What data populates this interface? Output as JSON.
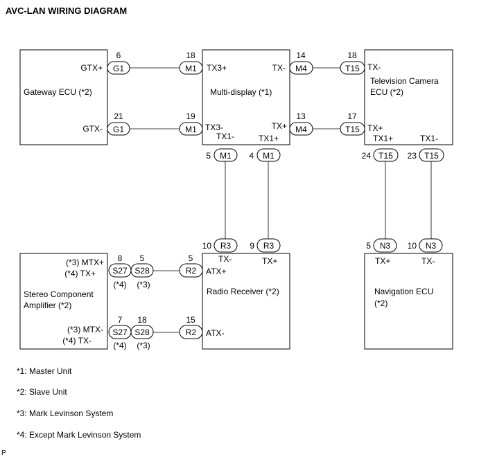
{
  "title": "AVC-LAN WIRING DIAGRAM",
  "components": {
    "gateway": "Gateway ECU (*2)",
    "multi": "Multi-display (*1)",
    "tvcam_line1": "Television Camera",
    "tvcam_line2": "ECU (*2)",
    "radio": "Radio Receiver (*2)",
    "navi_line1": "Navigation ECU",
    "navi_line2": "(*2)",
    "stereo_line1": "Stereo Component",
    "stereo_line2": "Amplifier (*2)"
  },
  "signals": {
    "gtx_plus": "GTX+",
    "gtx_minus": "GTX-",
    "tx3_plus": "TX3+",
    "tx3_minus": "TX3-",
    "multi_tx_minus": "TX-",
    "multi_tx_plus": "TX+",
    "multi_tx1_minus": "TX1-",
    "multi_tx1_plus": "TX1+",
    "tv_tx_minus": "TX-",
    "tv_tx_plus": "TX+",
    "tv_tx1_plus": "TX1+",
    "tv_tx1_minus": "TX1-",
    "radio_tx_minus": "TX-",
    "radio_tx_plus": "TX+",
    "radio_atx_plus": "ATX+",
    "radio_atx_minus": "ATX-",
    "navi_tx_plus": "TX+",
    "navi_tx_minus": "TX-",
    "stereo_mtx_plus": "(*3) MTX+",
    "stereo_tx_plus": "(*4) TX+",
    "stereo_mtx_minus": "(*3) MTX-",
    "stereo_tx_minus": "(*4) TX-"
  },
  "connectors": {
    "g1": "G1",
    "m1": "M1",
    "m4": "M4",
    "t15": "T15",
    "r3": "R3",
    "r2": "R2",
    "n3": "N3",
    "s27": "S27",
    "s28": "S28"
  },
  "pins": {
    "g1_top": "6",
    "g1_bot": "21",
    "m1_top": "18",
    "m1_mid": "19",
    "m4_top": "14",
    "m4_bot": "13",
    "t15_top": "18",
    "t15_bot": "17",
    "m1_left": "5",
    "m1_right": "4",
    "t15_left": "24",
    "t15_right": "23",
    "r3_left": "10",
    "r3_right": "9",
    "n3_left": "5",
    "n3_right": "10",
    "s27_top": "8",
    "s28_top": "5",
    "r2_top": "5",
    "s27_bot": "7",
    "s28_bot": "18",
    "r2_bot": "15"
  },
  "sub_notes": {
    "s27_top": "(*4)",
    "s28_top": "(*3)",
    "s27_bot": "(*4)",
    "s28_bot": "(*3)"
  },
  "notes": [
    "*1: Master Unit",
    "*2: Slave Unit",
    "*3: Mark Levinson System",
    "*4: Except Mark Levinson System"
  ],
  "corner_mark": "P"
}
